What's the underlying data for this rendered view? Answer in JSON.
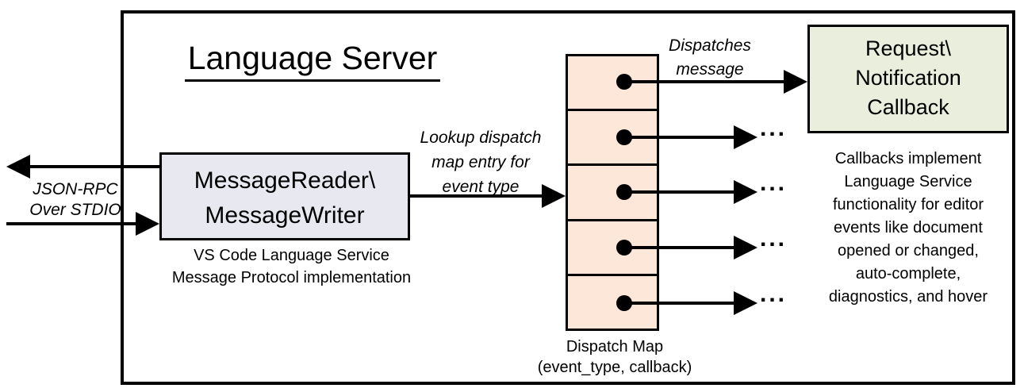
{
  "title": "Language Server",
  "stdio": {
    "line1": "JSON-RPC",
    "line2": "Over STDIO"
  },
  "reader_box": {
    "line1": "MessageReader\\",
    "line2": "MessageWriter"
  },
  "reader_caption": {
    "line1": "VS Code Language Service",
    "line2": "Message Protocol implementation"
  },
  "lookup": {
    "line1": "Lookup dispatch",
    "line2": "map entry for",
    "line3": "event type"
  },
  "dispatches": {
    "line1": "Dispatches",
    "line2": "message"
  },
  "callback_box": {
    "line1": "Request\\",
    "line2": "Notification",
    "line3": "Callback"
  },
  "note": {
    "lines": [
      "Callbacks implement",
      "Language Service",
      "functionality for editor",
      "events like document",
      "opened or changed,",
      "auto-complete,",
      "diagnostics, and hover"
    ]
  },
  "dispatch_caption": {
    "line1": "Dispatch Map",
    "line2": "(event_type, callback)"
  },
  "ellipsis": "...",
  "colors": {
    "peach": "#FCE7D9",
    "lavender": "#E8E8F1",
    "green": "#E9EFDC",
    "ink": "#000000"
  }
}
